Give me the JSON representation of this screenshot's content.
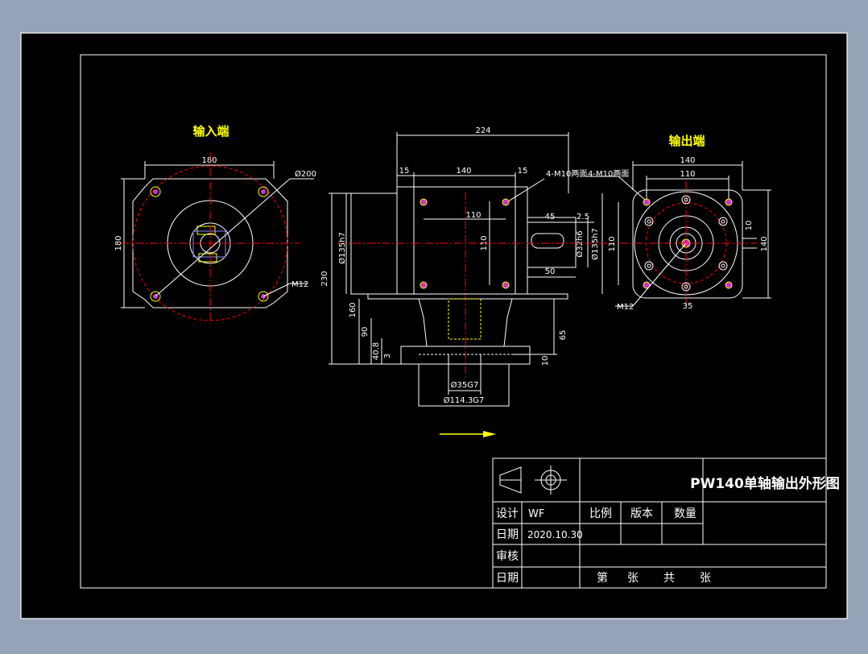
{
  "colors": {
    "background": "#94a3b8",
    "sheet": "#000000",
    "outline": "#ffffff",
    "center_line": "#ff0000",
    "dimension": "#ffffff",
    "label_yellow": "#ffff00",
    "bolt_hole_fill": "#cc33cc",
    "bolt_hole_ring": "#ffff00",
    "flow_arrow": "#ffff00"
  },
  "views": {
    "input": {
      "title": "输入端",
      "dim_width": "180",
      "dim_height": "180",
      "dim_circle": "Ø200",
      "thread": "M12"
    },
    "front": {
      "dim_total": "224",
      "dim_left": "15",
      "dim_mid": "140",
      "dim_right": "15",
      "holes_left": "4-M10两面",
      "holes_right": "4-M10两面",
      "dim_110_h": "110",
      "dim_110_v": "110",
      "dim_45": "45",
      "dim_2_5": "2.5",
      "dim_50": "50",
      "dim_shaft": "Ø32h6",
      "dim_pilot_r": "Ø135h7",
      "dim_pilot_l": "Ø135h7",
      "dim_230": "230",
      "dim_160": "160",
      "dim_90": "90",
      "dim_40_8": "40.8",
      "dim_3": "3",
      "dim_65": "65",
      "dim_10": "10",
      "dim_bore": "Ø35G7",
      "dim_bore2": "Ø114.3G7"
    },
    "output": {
      "title": "输出端",
      "dim_140_top": "140",
      "dim_110_top": "110",
      "dim_110_left": "110",
      "dim_10": "10",
      "dim_140_right": "140",
      "dim_35": "35",
      "thread": "M12"
    }
  },
  "title_block": {
    "drawing_title": "PW140单轴输出外形图",
    "design_label": "设计",
    "designer": "WF",
    "scale_label": "比例",
    "version_label": "版本",
    "qty_label": "数量",
    "date_label": "日期",
    "date_value": "2020.10.30",
    "review_label": "审核",
    "date_label_2": "日期",
    "sheet_no": "第",
    "sheet_zhang": "张",
    "sheet_total": "共",
    "sheet_zhang2": "张"
  }
}
